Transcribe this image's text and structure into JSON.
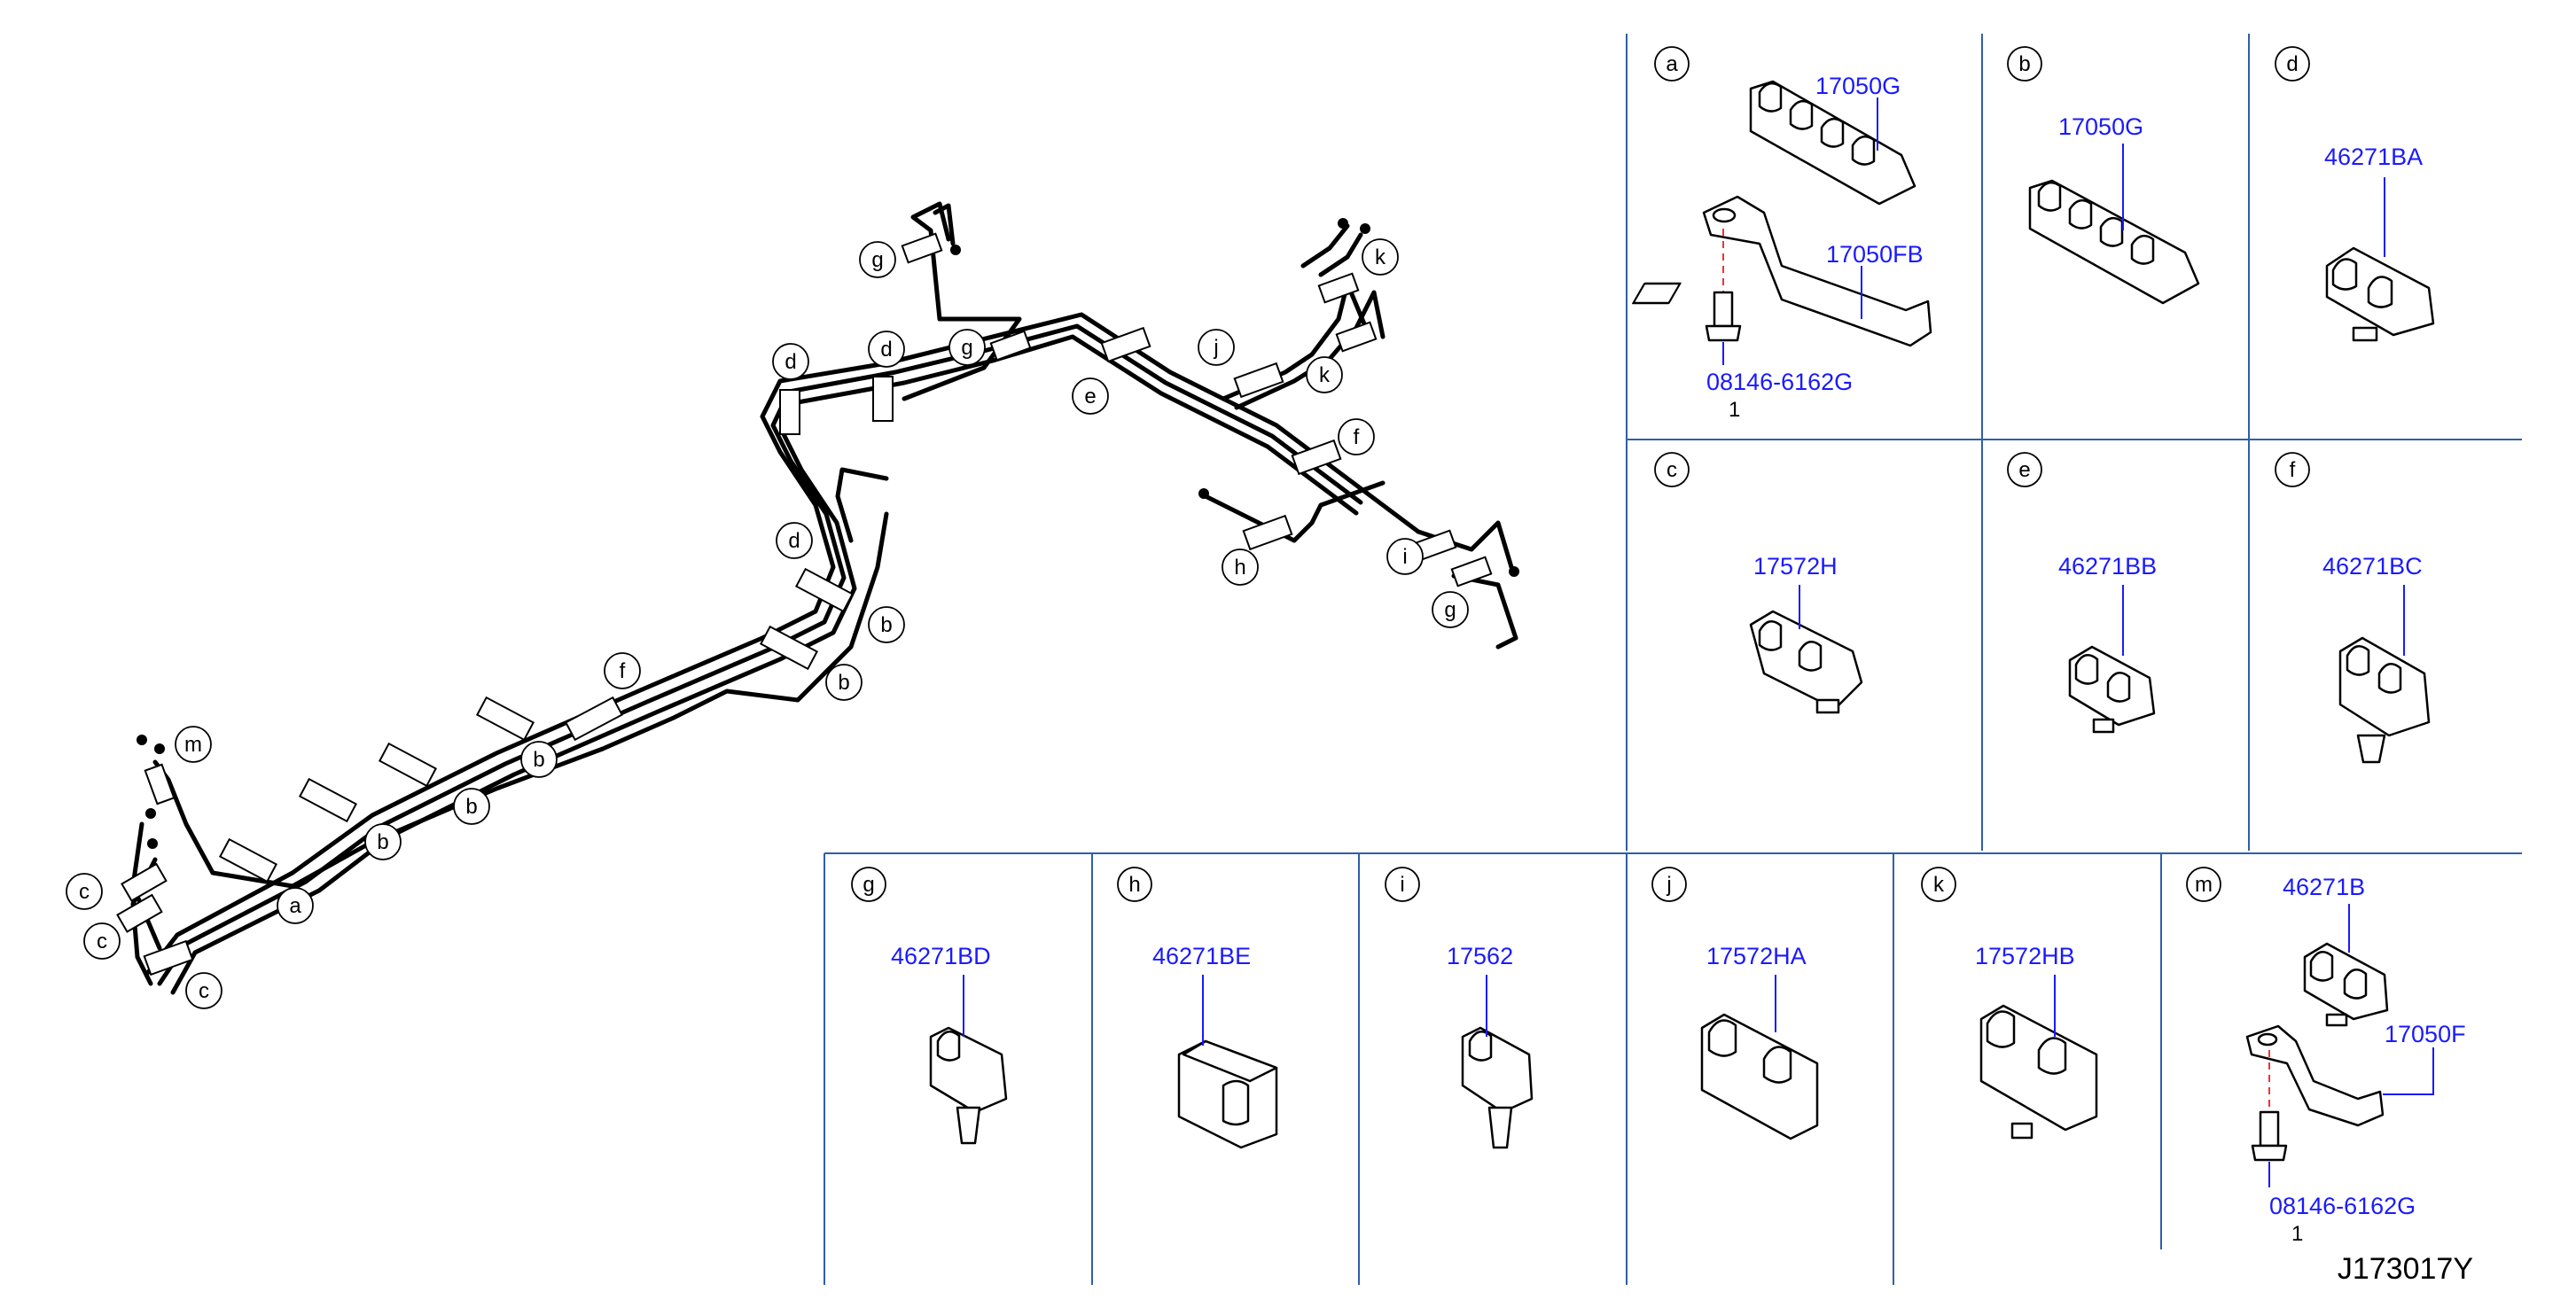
{
  "diagram_id": "J173017Y",
  "overview_callouts": [
    "a",
    "b",
    "b",
    "b",
    "b",
    "b",
    "c",
    "c",
    "c",
    "d",
    "d",
    "d",
    "e",
    "f",
    "f",
    "g",
    "g",
    "g",
    "h",
    "i",
    "j",
    "k",
    "k",
    "m"
  ],
  "panels": [
    {
      "letter": "a",
      "parts": [
        "17050G",
        "17050FB",
        "08146-6162G"
      ],
      "qty": "1"
    },
    {
      "letter": "b",
      "parts": [
        "17050G"
      ]
    },
    {
      "letter": "d",
      "parts": [
        "46271BA"
      ]
    },
    {
      "letter": "c",
      "parts": [
        "17572H"
      ]
    },
    {
      "letter": "e",
      "parts": [
        "46271BB"
      ]
    },
    {
      "letter": "f",
      "parts": [
        "46271BC"
      ]
    },
    {
      "letter": "g",
      "parts": [
        "46271BD"
      ]
    },
    {
      "letter": "h",
      "parts": [
        "46271BE"
      ]
    },
    {
      "letter": "i",
      "parts": [
        "17562"
      ]
    },
    {
      "letter": "j",
      "parts": [
        "17572HA"
      ]
    },
    {
      "letter": "k",
      "parts": [
        "17572HB"
      ]
    },
    {
      "letter": "m",
      "parts": [
        "46271B",
        "17050F",
        "08146-6162G"
      ],
      "qty": "1"
    }
  ],
  "colors": {
    "part_number": "#1a1aff",
    "grid": "#2e5faa",
    "bolt_axis": "#e33333"
  }
}
